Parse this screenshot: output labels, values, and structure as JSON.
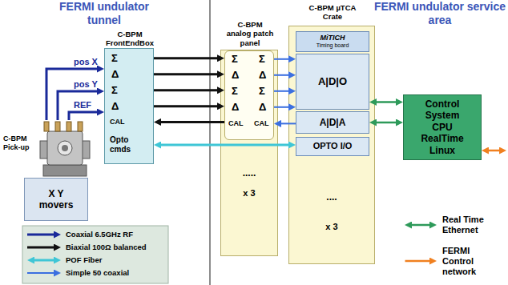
{
  "diagram": {
    "nodes": [
      {
        "text": [
          "C-BPM Pick-up"
        ]
      },
      {
        "text": [
          "X Y movers"
        ]
      },
      {
        "text": [
          "C-BPM FrontEndBox",
          "Σ",
          "Δ",
          "Σ",
          "Δ",
          "CAL",
          "Opto cmds"
        ]
      },
      {
        "text": [
          "C-BPM analog patch panel",
          ".....",
          "x 3"
        ]
      },
      {
        "text": [
          "Σ",
          "Σ",
          "Δ",
          "Δ",
          "Σ",
          "Σ",
          "Δ",
          "Δ",
          "CAL",
          "CAL"
        ],
        "in": 3
      },
      {
        "text": [
          "C-BPM µTCA Crate",
          "....",
          "x 3"
        ]
      },
      {
        "text": [
          "MiTICH",
          "Timing board"
        ],
        "in": 5
      },
      {
        "text": [
          "A|D|O"
        ],
        "in": 5
      },
      {
        "text": [
          "A|D|A"
        ],
        "in": 5
      },
      {
        "text": [
          "OPTO I/O"
        ],
        "in": 5
      },
      {
        "text": [
          "Control System CPU RealTime Linux"
        ]
      }
    ],
    "edges": [
      {
        "from": 0,
        "to": 2,
        "arrow": "to",
        "label": "pos X"
      },
      {
        "from": 0,
        "to": 2,
        "arrow": "to",
        "label": "pos Y"
      },
      {
        "from": 0,
        "to": 2,
        "arrow": "to",
        "label": "REF"
      },
      {
        "from": 2,
        "to": 4,
        "arrow": "to"
      },
      {
        "from": 2,
        "to": 4,
        "arrow": "to"
      },
      {
        "from": 2,
        "to": 4,
        "arrow": "to"
      },
      {
        "from": 2,
        "to": 4,
        "arrow": "to"
      },
      {
        "from": 4,
        "to": 2,
        "arrow": "to"
      },
      {
        "from": 4,
        "to": 7,
        "arrow": "to"
      },
      {
        "from": 4,
        "to": 7,
        "arrow": "to"
      },
      {
        "from": 4,
        "to": 7,
        "arrow": "to"
      },
      {
        "from": 4,
        "to": 7,
        "arrow": "to"
      },
      {
        "from": 8,
        "to": 4,
        "arrow": "to"
      },
      {
        "from": 2,
        "to": 9,
        "arrow": "both"
      },
      {
        "from": 7,
        "to": 10,
        "arrow": "both"
      },
      {
        "from": 8,
        "to": 10,
        "arrow": "both"
      }
    ],
    "labels": [
      "FERMI undulator tunnel",
      "FERMI undulator service area"
    ],
    "legend": [
      {
        "text": "Coaxial 6.5GHz RF"
      },
      {
        "text": "Biaxial 100Ω balanced"
      },
      {
        "text": "POF Fiber"
      },
      {
        "text": "Simple 50 coaxial"
      },
      {
        "text": "Real Time Ethernet"
      },
      {
        "text": "FERMI Control network"
      }
    ]
  }
}
